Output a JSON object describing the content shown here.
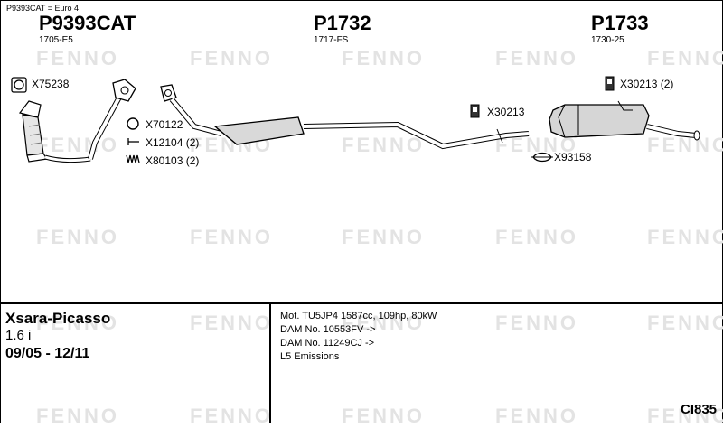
{
  "header_note": "P9393CAT = Euro 4",
  "watermark": "FENNO",
  "parts": [
    {
      "code": "P9393CAT",
      "ref": "1705-E5"
    },
    {
      "code": "P1732",
      "ref": "1717-FS"
    },
    {
      "code": "P1733",
      "ref": "1730-25"
    }
  ],
  "callouts": {
    "gasket_left": "X75238",
    "ring": "X70122",
    "bolt": "X12104 (2)",
    "spring": "X80103 (2)",
    "clamp_mid": "X30213",
    "hanger_right": "X30213 (2)",
    "seal_right": "X93158"
  },
  "vehicle": {
    "model": "Xsara-Picasso",
    "engine": "1.6 i",
    "years": "09/05 - 12/11"
  },
  "notes": [
    "Mot. TU5JP4 1587cc, 109hp, 80kW",
    "DAM No. 10553FV ->",
    "DAM No. 11249CJ ->",
    "L5 Emissions"
  ],
  "diagram_id": "CI835"
}
